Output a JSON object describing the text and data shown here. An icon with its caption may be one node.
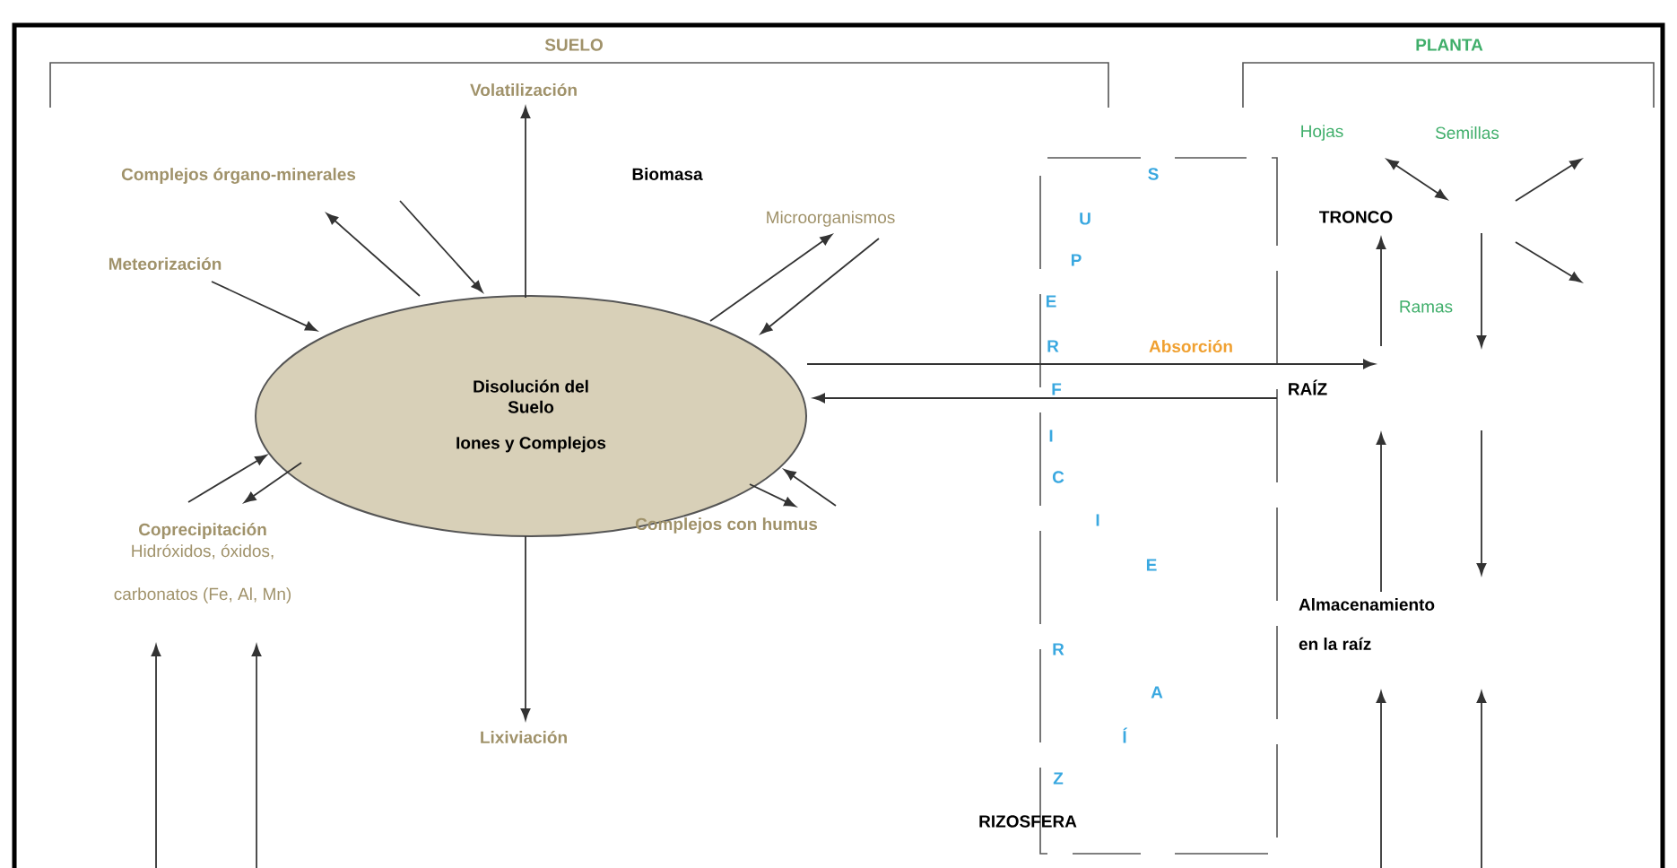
{
  "diagram": {
    "nodes": [
      {
        "text": [
          "Disolución del Suelo",
          "Iones y Complejos"
        ]
      },
      {
        "text": [
          "Volatilización"
        ]
      },
      {
        "text": [
          "Complejos órgano-minerales"
        ]
      },
      {
        "text": [
          "Meteorización"
        ]
      },
      {
        "text": [
          "Microorganismos"
        ]
      },
      {
        "text": [
          "Coprecipitación",
          "Hidróxidos, óxidos, carbonatos (Fe, Al, Mn)"
        ]
      },
      {
        "text": [
          "Lixiviación"
        ]
      },
      {
        "text": [
          "Complejos con humus"
        ]
      },
      {
        "text": [
          "RAÍZ"
        ]
      },
      {
        "text": [
          "TRONCO"
        ]
      },
      {
        "text": [
          "Almacenamiento en la raíz"
        ]
      }
    ],
    "edges": [
      {
        "from": 0,
        "to": 1,
        "arrow": "to"
      },
      {
        "from": 0,
        "to": 2,
        "arrow": "to"
      },
      {
        "from": 2,
        "to": 0,
        "arrow": "to"
      },
      {
        "from": 3,
        "to": 0,
        "arrow": "to"
      },
      {
        "from": 0,
        "to": 4,
        "arrow": "to"
      },
      {
        "from": 4,
        "to": 0,
        "arrow": "to"
      },
      {
        "from": 0,
        "to": 5,
        "arrow": "to"
      },
      {
        "from": 5,
        "to": 0,
        "arrow": "to"
      },
      {
        "from": 0,
        "to": 7,
        "arrow": "to"
      },
      {
        "from": 7,
        "to": 0,
        "arrow": "to"
      },
      {
        "from": 0,
        "to": 6,
        "arrow": "to"
      },
      {
        "from": 0,
        "to": 8,
        "arrow": "to",
        "label": "Absorción"
      },
      {
        "from": 8,
        "to": 0,
        "arrow": "to"
      },
      {
        "from": 8,
        "to": 9,
        "arrow": "to"
      },
      {
        "from": 10,
        "to": 8,
        "arrow": "to"
      },
      {
        "from": null,
        "to": 10,
        "arrow": "to"
      },
      {
        "from": null,
        "to": 10,
        "arrow": "to"
      },
      {
        "from": null,
        "to": 10,
        "arrow": "to"
      },
      {
        "from": null,
        "to": 5,
        "arrow": "to"
      },
      {
        "from": null,
        "to": 5,
        "arrow": "to"
      }
    ],
    "labels": [
      "SUELO",
      "PLANTA",
      "Biomasa",
      "Hojas",
      "Semillas",
      "Ramas",
      "S",
      "U",
      "P",
      "E",
      "R",
      "F",
      "I",
      "C",
      "I",
      "E",
      "R",
      "A",
      "Í",
      "Z",
      "RIZOSFERA"
    ]
  }
}
